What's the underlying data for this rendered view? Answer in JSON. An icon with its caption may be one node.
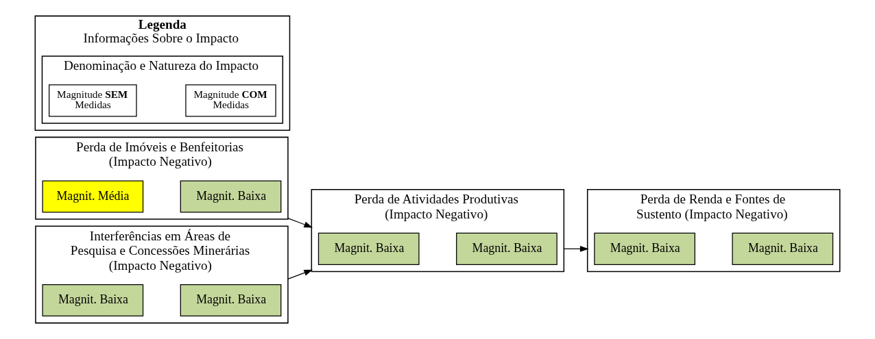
{
  "diagram": {
    "nodes": [
      {
        "text": [
          "Perda de Imóveis e Benfeitorias (Impacto Negativo)"
        ]
      },
      {
        "text": [
          "Magnit. Média"
        ],
        "in": 0
      },
      {
        "text": [
          "Magnit. Baixa"
        ],
        "in": 0
      },
      {
        "text": [
          "Perda de Atividades Produtivas (Impacto Negativo)"
        ]
      },
      {
        "text": [
          "Magnit. Baixa"
        ],
        "in": 3
      },
      {
        "text": [
          "Magnit. Baixa"
        ],
        "in": 3
      },
      {
        "text": [
          "Perda de Renda e Fontes de Sustento (Impacto Negativo)"
        ]
      },
      {
        "text": [
          "Magnit. Baixa"
        ],
        "in": 6
      },
      {
        "text": [
          "Magnit. Baixa"
        ],
        "in": 6
      },
      {
        "text": [
          "Interferências em Áreas de Pesquisa e Concessões Minerárias (Impacto Negativo)"
        ]
      },
      {
        "text": [
          "Magnit. Baixa"
        ],
        "in": 9
      },
      {
        "text": [
          "Magnit. Baixa"
        ],
        "in": 9
      },
      {
        "text": [
          "Legenda",
          "Informações Sobre o Impacto"
        ]
      },
      {
        "text": [
          "Denominação e Natureza do Impacto"
        ],
        "in": 12
      },
      {
        "text": [
          "Magnitude **SEM** Medidas"
        ],
        "in": 13
      },
      {
        "text": [
          "Magnitude **COM** Medidas"
        ],
        "in": 13
      }
    ],
    "edges": [
      {
        "from": 0,
        "to": 3,
        "arrow": "to"
      },
      {
        "from": 9,
        "to": 3,
        "arrow": "to"
      },
      {
        "from": 3,
        "to": 6,
        "arrow": "to"
      }
    ]
  }
}
